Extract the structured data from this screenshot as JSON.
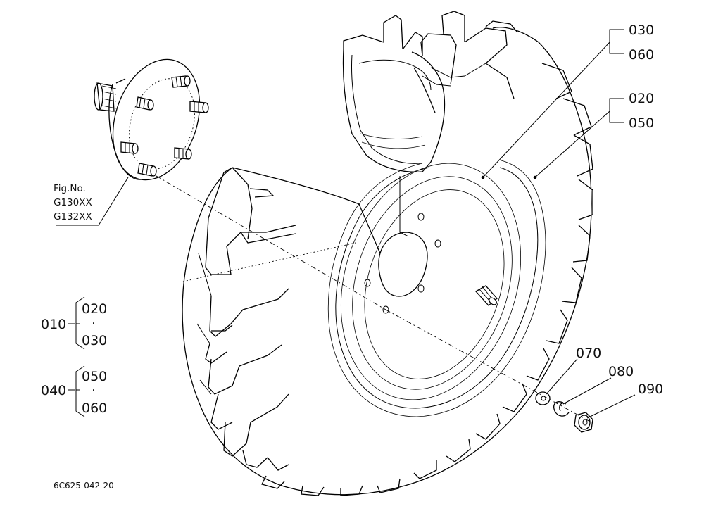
{
  "figure_ref": {
    "line1": "Fig.No.",
    "line2": "G130XX",
    "line3": "G132XX"
  },
  "callouts": {
    "c030": "030",
    "c060": "060",
    "c020": "020",
    "c050": "050",
    "c070": "070",
    "c080": "080",
    "c090": "090"
  },
  "groups": [
    {
      "main": "010",
      "top": "020",
      "sep": "·",
      "bottom": "030"
    },
    {
      "main": "040",
      "top": "050",
      "sep": "·",
      "bottom": "060"
    }
  ],
  "drawing_code": "6C625-042-20"
}
